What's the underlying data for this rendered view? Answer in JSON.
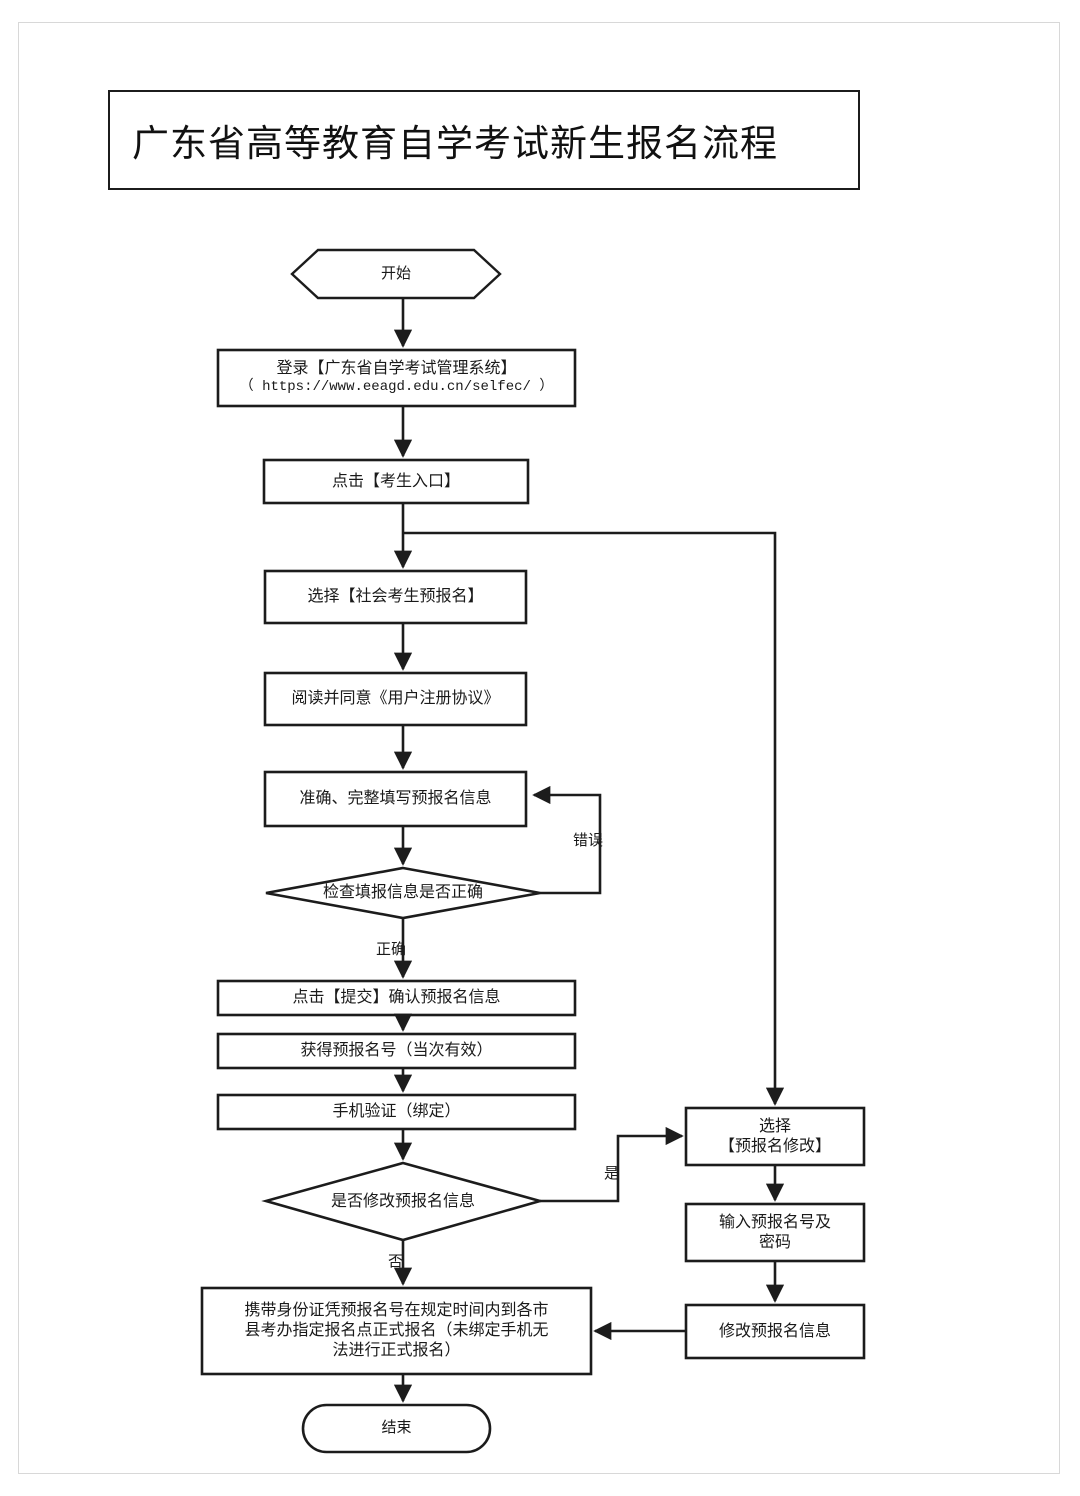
{
  "document": {
    "title": "广东省高等教育自学考试新生报名流程",
    "background_color": "#ffffff",
    "line_color": "#1c1c1c"
  },
  "chart_data": {
    "type": "diagram",
    "subtype": "flowchart",
    "title": "广东省高等教育自学考试新生报名流程",
    "orientation": "top-to-bottom",
    "nodes": [
      {
        "id": "start",
        "shape": "hexagon",
        "label": "开始"
      },
      {
        "id": "login",
        "shape": "rect",
        "label_line1": "登录【广东省自学考试管理系统】",
        "label_line2": "（ https://www.eeagd.edu.cn/selfec/ ）"
      },
      {
        "id": "entry",
        "shape": "rect",
        "label": "点击【考生入口】"
      },
      {
        "id": "choose_pre",
        "shape": "rect",
        "label": "选择【社会考生预报名】"
      },
      {
        "id": "agreement",
        "shape": "rect",
        "label": "阅读并同意《用户注册协议》"
      },
      {
        "id": "fill_info",
        "shape": "rect",
        "label": "准确、完整填写预报名信息"
      },
      {
        "id": "check_info",
        "shape": "diamond",
        "label": "检查填报信息是否正确"
      },
      {
        "id": "submit",
        "shape": "rect",
        "label": "点击【提交】确认预报名信息"
      },
      {
        "id": "get_number",
        "shape": "rect",
        "label": "获得预报名号（当次有效）"
      },
      {
        "id": "phone_verify",
        "shape": "rect",
        "label": "手机验证（绑定）"
      },
      {
        "id": "modify_q",
        "shape": "diamond",
        "label": "是否修改预报名信息"
      },
      {
        "id": "final_reg",
        "shape": "rect",
        "label_line1": "携带身份证凭预报名号在规定时间内到各市",
        "label_line2": "县考办指定报名点正式报名（未绑定手机无",
        "label_line3": "法进行正式报名）"
      },
      {
        "id": "end",
        "shape": "stadium",
        "label": "结束"
      },
      {
        "id": "choose_mod",
        "shape": "rect",
        "label_line1": "选择",
        "label_line2": "【预报名修改】"
      },
      {
        "id": "input_cred",
        "shape": "rect",
        "label_line1": "输入预报名号及",
        "label_line2": "密码"
      },
      {
        "id": "do_modify",
        "shape": "rect",
        "label": "修改预报名信息"
      }
    ],
    "edges": [
      {
        "from": "start",
        "to": "login",
        "label": ""
      },
      {
        "from": "login",
        "to": "entry",
        "label": ""
      },
      {
        "from": "entry",
        "to": "choose_pre",
        "label": ""
      },
      {
        "from": "entry",
        "to": "choose_mod",
        "label": ""
      },
      {
        "from": "choose_pre",
        "to": "agreement",
        "label": ""
      },
      {
        "from": "agreement",
        "to": "fill_info",
        "label": ""
      },
      {
        "from": "fill_info",
        "to": "check_info",
        "label": ""
      },
      {
        "from": "check_info",
        "to": "fill_info",
        "label": "错误"
      },
      {
        "from": "check_info",
        "to": "submit",
        "label": "正确"
      },
      {
        "from": "submit",
        "to": "get_number",
        "label": ""
      },
      {
        "from": "get_number",
        "to": "phone_verify",
        "label": ""
      },
      {
        "from": "phone_verify",
        "to": "modify_q",
        "label": ""
      },
      {
        "from": "modify_q",
        "to": "choose_mod",
        "label": "是"
      },
      {
        "from": "modify_q",
        "to": "final_reg",
        "label": "否"
      },
      {
        "from": "choose_mod",
        "to": "input_cred",
        "label": ""
      },
      {
        "from": "input_cred",
        "to": "do_modify",
        "label": ""
      },
      {
        "from": "do_modify",
        "to": "final_reg",
        "label": ""
      },
      {
        "from": "final_reg",
        "to": "end",
        "label": ""
      }
    ],
    "edge_labels": {
      "error": "错误",
      "correct": "正确",
      "yes": "是",
      "no": "否"
    }
  }
}
